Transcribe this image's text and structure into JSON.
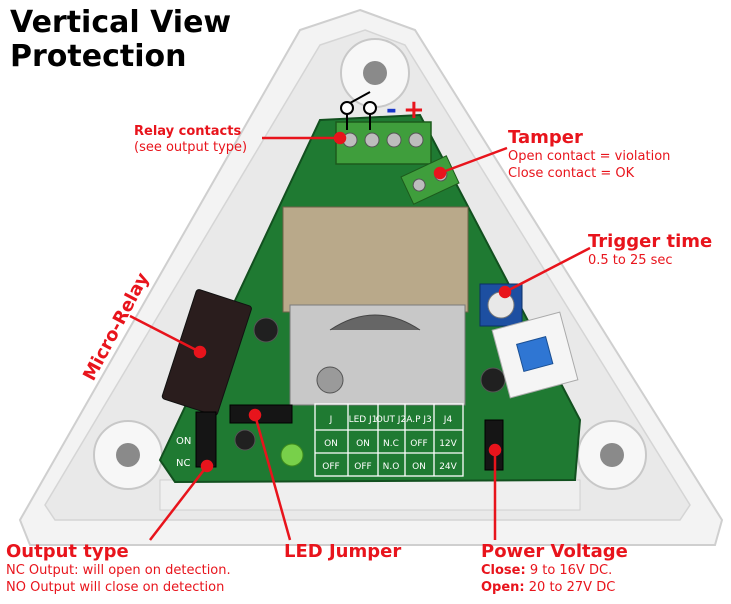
{
  "title": {
    "line1": "Vertical View",
    "line2": "Protection"
  },
  "colors": {
    "accent": "#e8141c",
    "pcb": "#1f7a32",
    "housing": "#f2f2f2",
    "terminal": "#3f9e3c"
  },
  "polarity": {
    "minus": "-",
    "plus": "+"
  },
  "labels": {
    "relay_contacts": {
      "title": "Relay contacts",
      "sub": "(see output type)"
    },
    "tamper": {
      "title": "Tamper",
      "line1": "Open contact = violation",
      "line2": "Close contact = OK"
    },
    "trigger_time": {
      "title": "Trigger time",
      "sub": "0.5 to 25 sec"
    },
    "micro_relay": {
      "title": "Micro-Relay"
    },
    "output_type": {
      "title": "Output type",
      "line1": "NC Output: will open on detection.",
      "line2": "NO Output will close on detection"
    },
    "led_jumper": {
      "title": "LED Jumper"
    },
    "power_voltage": {
      "title": "Power Voltage",
      "close_key": "Close:",
      "close_val": "9 to 16V DC.",
      "open_key": "Open:",
      "open_val": "20 to 27V DC"
    }
  },
  "board_table": {
    "headers": [
      "J",
      "LED J1",
      "OUT J2",
      "A.P J3",
      "J4"
    ],
    "row_on": [
      "ON",
      "ON",
      "N.C",
      "OFF",
      "12V"
    ],
    "row_off": [
      "OFF",
      "OFF",
      "N.O",
      "ON",
      "24V"
    ]
  },
  "silkscreen": {
    "nc": "NC",
    "on": "ON"
  }
}
